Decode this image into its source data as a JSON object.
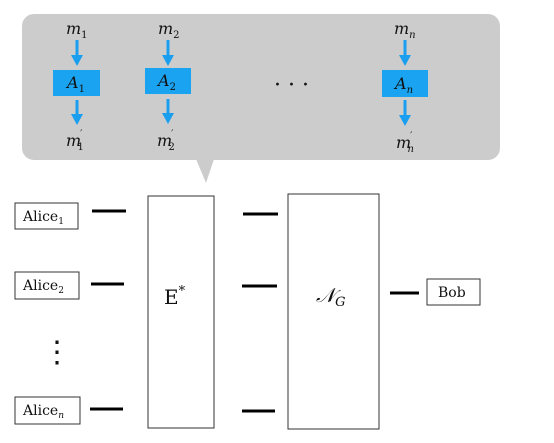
{
  "callout": {
    "ellipsis": "· · ·",
    "agents": [
      {
        "input_base": "m",
        "input_sub": "1",
        "block_base": "A",
        "block_sub": "1",
        "output_base": "m",
        "output_sub": "1",
        "output_prime": "′"
      },
      {
        "input_base": "m",
        "input_sub": "2",
        "block_base": "A",
        "block_sub": "2",
        "output_base": "m",
        "output_sub": "2",
        "output_prime": "′"
      },
      {
        "input_base": "m",
        "input_sub": "n",
        "block_base": "A",
        "block_sub": "n",
        "output_base": "m",
        "output_sub": "n",
        "output_prime": "′"
      }
    ]
  },
  "senders": [
    {
      "base": "Alice",
      "sub": "1"
    },
    {
      "base": "Alice",
      "sub": "2"
    },
    {
      "base": "Alice",
      "sub": "n"
    }
  ],
  "senders_ellipsis": "⋮",
  "encoder": {
    "base": "E",
    "sup": "*"
  },
  "channel": {
    "base": "𝒩",
    "sub": "G"
  },
  "receiver": {
    "label": "Bob"
  },
  "colors": {
    "callout_bg": "#cccccc",
    "agent_block": "#1aa3f0",
    "arrow": "#1a9ff0",
    "line": "#000000"
  }
}
